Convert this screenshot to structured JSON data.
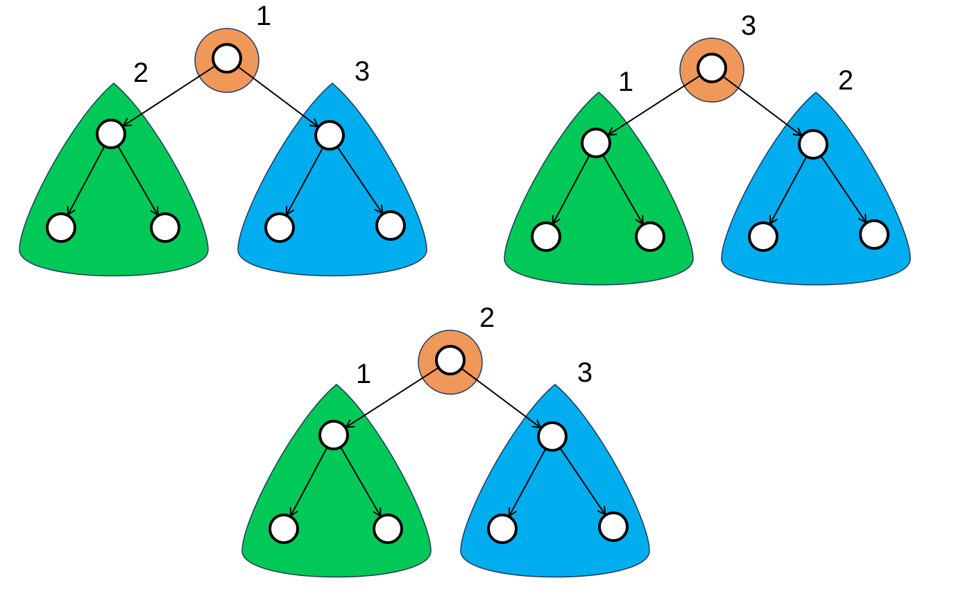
{
  "colors": {
    "root": "#F0975A",
    "left_subtree": "#00C957",
    "right_subtree": "#00ADEF",
    "node_fill": "#FFFFFF",
    "stroke": "#000000",
    "outline": "#1F3A5A"
  },
  "diagrams": [
    {
      "id": "a",
      "root_label": "1",
      "left_label": "2",
      "right_label": "3"
    },
    {
      "id": "b",
      "root_label": "3",
      "left_label": "1",
      "right_label": "2"
    },
    {
      "id": "c",
      "root_label": "2",
      "left_label": "1",
      "right_label": "3"
    }
  ]
}
